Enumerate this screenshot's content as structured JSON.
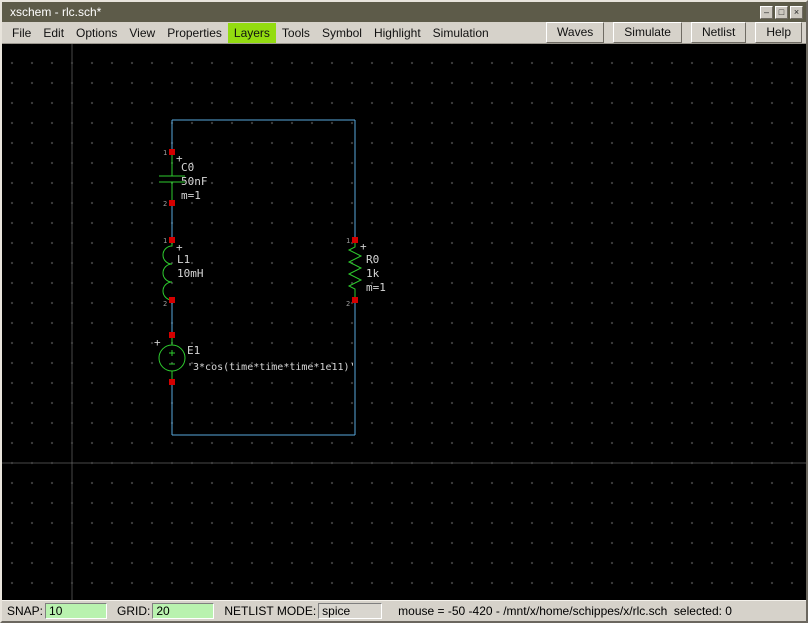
{
  "window": {
    "title": "xschem - rlc.sch*",
    "controls": {
      "minimize": "–",
      "maximize": "□",
      "close": "×"
    }
  },
  "menubar": {
    "items": [
      "File",
      "Edit",
      "Options",
      "View",
      "Properties",
      "Layers",
      "Tools",
      "Symbol",
      "Highlight",
      "Simulation"
    ],
    "action_buttons": [
      "Waves",
      "Simulate",
      "Netlist",
      "Help"
    ]
  },
  "schematic": {
    "capacitor": {
      "ref": "C0",
      "value": "50nF",
      "mult": "m=1"
    },
    "inductor": {
      "ref": "L1",
      "value": "10mH"
    },
    "source": {
      "ref": "E1",
      "value": "'3*cos(time*time*time*1e11)'"
    },
    "resistor": {
      "ref": "R0",
      "value": "1k",
      "mult": "m=1"
    },
    "pin1": "1",
    "pin2": "2",
    "plus": "+"
  },
  "statusbar": {
    "snap_label": "SNAP:",
    "snap_value": "10",
    "grid_label": "GRID:",
    "grid_value": "20",
    "netlist_label": "NETLIST MODE:",
    "netlist_value": "spice",
    "status_text": "mouse = -50 -420 - /mnt/x/home/schippes/x/rlc.sch  selected: 0"
  },
  "colors": {
    "titlebar": "#5d5b49",
    "menu_highlight": "#93dc10",
    "wire": "#57a7dc",
    "component": "#2ecc2e",
    "pin": "#d40000",
    "label": "#d6d6d6",
    "grid_dot": "#3f3f3f",
    "axis": "#474747",
    "field_green": "#b9f2af"
  }
}
